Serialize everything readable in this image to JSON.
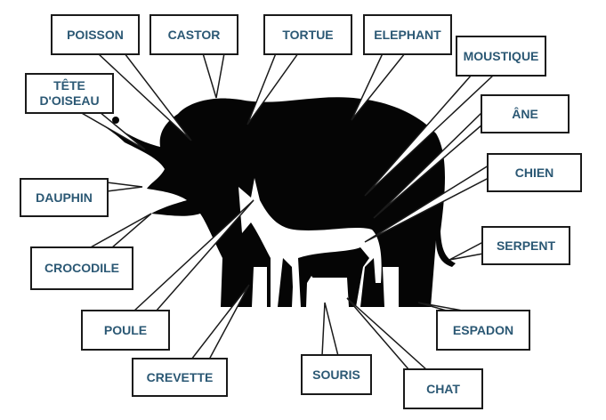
{
  "title": "Animals hidden in the elephant",
  "labels": {
    "poisson": "POISSON",
    "castor": "CASTOR",
    "tortue": "TORTUE",
    "elephant": "ELEPHANT",
    "moustique": "MOUSTIQUE",
    "tete_oiseau_1": "TÊTE",
    "tete_oiseau_2": "D'OISEAU",
    "ane": "ÂNE",
    "chien": "CHIEN",
    "dauphin": "DAUPHIN",
    "serpent": "SERPENT",
    "crocodile": "CROCODILE",
    "poule": "POULE",
    "espadon": "ESPADON",
    "crevette": "CREVETTE",
    "souris": "SOURIS",
    "chat": "CHAT"
  },
  "colors": {
    "text": "#2b5874",
    "silhouette": "#050505"
  }
}
